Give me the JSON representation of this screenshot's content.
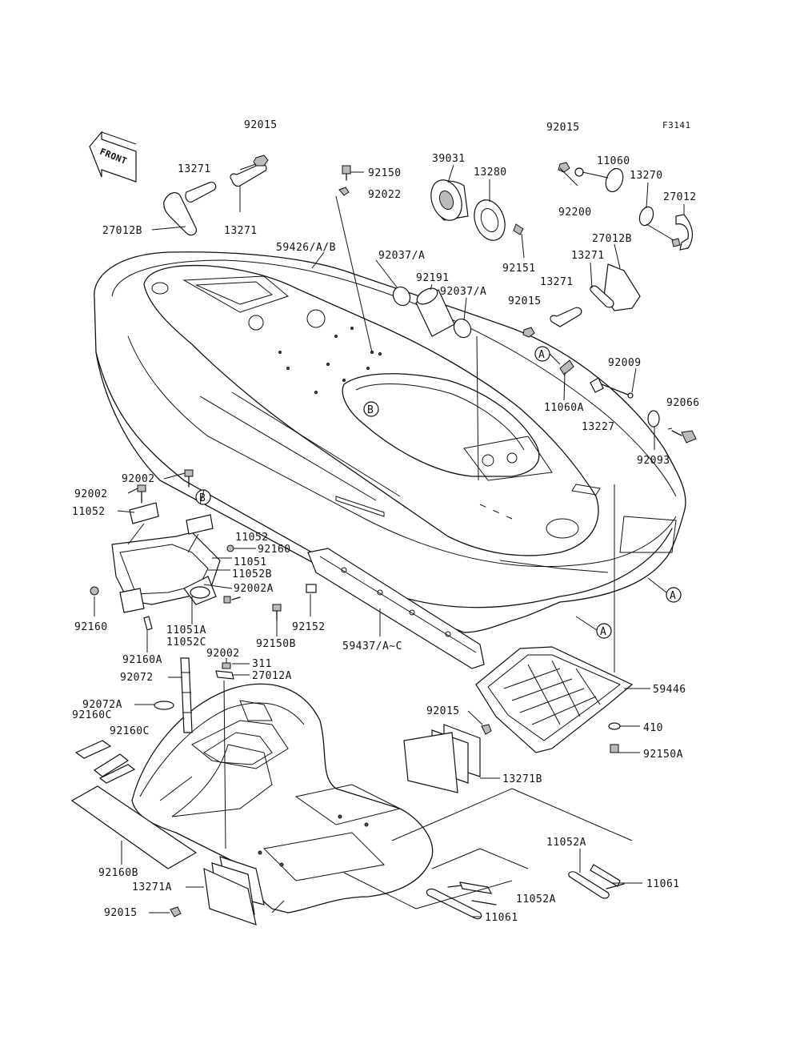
{
  "figure_id": "F3141",
  "front_label": "FRONT",
  "markers": {
    "a": "A",
    "b": "B"
  },
  "labels": {
    "l_92015_a": "92015",
    "l_92015_b": "92015",
    "l_13271_a": "13271",
    "l_13271_b": "13271",
    "l_27012B_a": "27012B",
    "l_92150": "92150",
    "l_92022": "92022",
    "l_59426": "59426/A/B",
    "l_39031": "39031",
    "l_13280": "13280",
    "l_92151": "92151",
    "l_92037_a": "92037/A",
    "l_92191": "92191",
    "l_92037_b": "92037/A",
    "l_11060": "11060",
    "l_13270": "13270",
    "l_27012": "27012",
    "l_92200": "92200",
    "l_27012B_b": "27012B",
    "l_13271_c": "13271",
    "l_13271_d": "13271",
    "l_92015_c": "92015",
    "l_92009": "92009",
    "l_11060A": "11060A",
    "l_92066": "92066",
    "l_13227": "13227",
    "l_92093": "92093",
    "l_92002_a": "92002",
    "l_92002_b": "92002",
    "l_11052_a": "11052",
    "l_11052_b": "11052",
    "l_11051": "11051",
    "l_92160_a": "92160",
    "l_11052B": "11052B",
    "l_92002A": "92002A",
    "l_92160_b": "92160",
    "l_11051A": "11051A",
    "l_11052C": "11052C",
    "l_92150B": "92150B",
    "l_92152": "92152",
    "l_59437": "59437/A~C",
    "l_92160A": "92160A",
    "l_92002_c": "92002",
    "l_311": "311",
    "l_92072": "92072",
    "l_27012A": "27012A",
    "l_92072A": "92072A",
    "l_92160C_a": "92160C",
    "l_92160C_b": "92160C",
    "l_59446": "59446",
    "l_92015_d": "92015",
    "l_410": "410",
    "l_92150A": "92150A",
    "l_13271B": "13271B",
    "l_92160B": "92160B",
    "l_13271A": "13271A",
    "l_92015_e": "92015",
    "l_11052A_a": "11052A",
    "l_11061_a": "11061",
    "l_11052A_b": "11052A",
    "l_11061_b": "11061"
  }
}
